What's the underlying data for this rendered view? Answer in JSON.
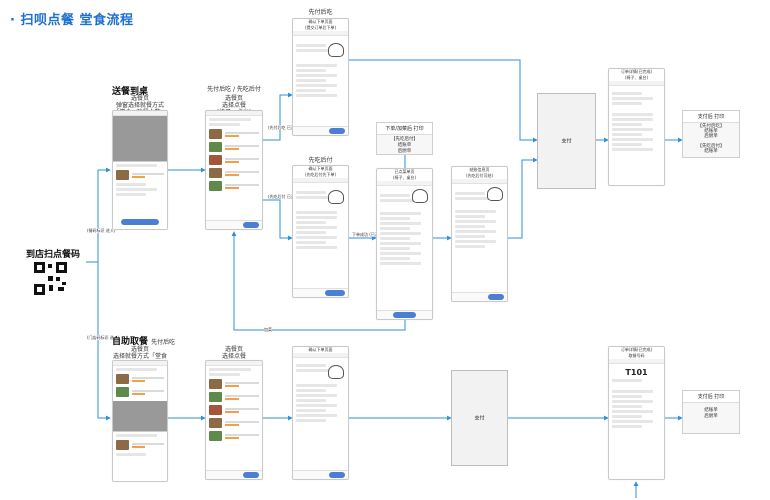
{
  "page": {
    "title": "· 扫呗点餐 堂食流程",
    "entry": "到店扫点餐码",
    "colors": {
      "accent": "#1d6fd1",
      "arrow": "#2f8fd8",
      "button": "#4a7fd4",
      "price": "#f0a14a"
    }
  },
  "sections": {
    "delivery": "送餐到桌",
    "self_pickup": "自助取餐",
    "self_pickup_note": "先付后吃"
  },
  "branch_labels": {
    "to_delivery": "(餐码标识\n进入)",
    "to_pickup": "(门店码标识\n进入)",
    "pay_first_a": "(先付后吃\n已开启)",
    "pay_later_a": "(先吃后付\n已开启)",
    "order_direct": "下单成功\n(已开启)",
    "add_more": "加菜"
  },
  "screens": {
    "s1_note": "选餐页\n弹窗选择就餐方式\n「堂食+就餐人数」打包",
    "s2_top": "先付后吃 / 先吃后付",
    "s2_note": "选餐页\n选择点餐\n(椅子、桌台)",
    "s3_top": "先付后吃",
    "s3_head": "确认下单页面\n(提交订单后下单)",
    "s4_top": "先吃后付",
    "s4_head": "确认下单页面\n(先吃后付先下单)",
    "s5_print_head": "下单/加菜后 打印",
    "s5_print_body": "【先吃后付】\n结账单\n后厨单",
    "s5_head": "已点菜单页\n(椅子、桌台)",
    "s6_head": "结账信息页\n(先吃后付可结)",
    "pay1": "支付",
    "s7_head": "订单详情(已完成)\n(椅子、桌台)",
    "print1_head": "支付后 打印",
    "print1_body": "【先付后吃】\n结账单\n后厨单\n\n【先吃后付】\n结账单",
    "s8_note": "选餐页\n选择就餐方式「堂食 / 打包」",
    "s9_note": "选餐页\n选择点餐",
    "s10_head": "确认下单页面",
    "pay2": "支付",
    "s11_head": "订单详情(已完成)\n取餐号码",
    "s11_num": "T101",
    "print2_head": "支付后 打印",
    "print2_body": "结账单\n后厨单"
  }
}
